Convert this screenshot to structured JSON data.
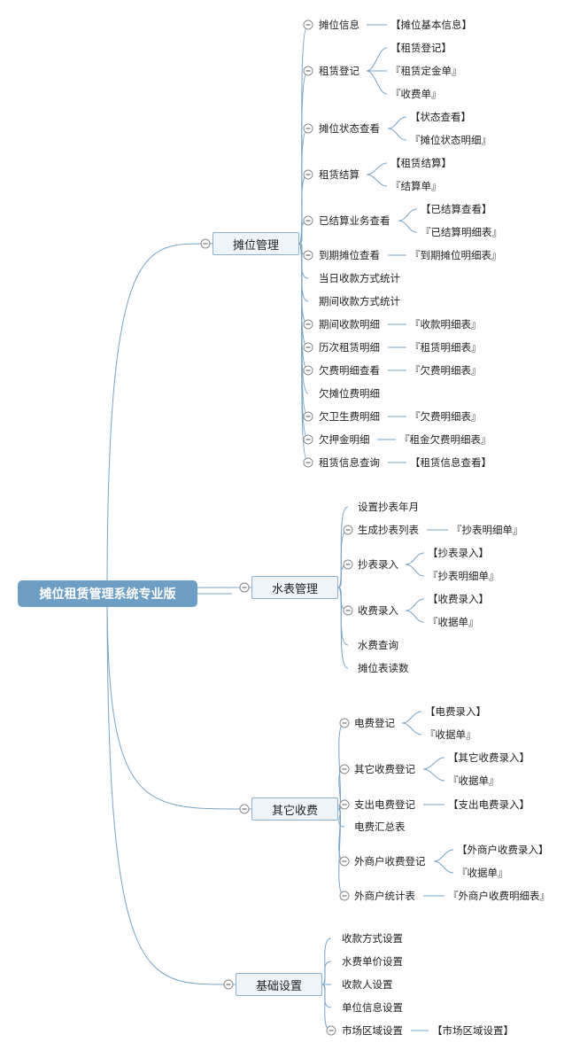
{
  "root": {
    "label": "摊位租赁管理系统专业版"
  },
  "branches": [
    {
      "label": "摊位管理",
      "children": [
        {
          "label": "摊位信息",
          "tags": [
            "【摊位基本信息】"
          ]
        },
        {
          "label": "租赁登记",
          "tags": [
            "【租赁登记】",
            "『租赁定金单』",
            "『收费单』"
          ]
        },
        {
          "label": "摊位状态查看",
          "tags": [
            "【状态查看】",
            "『摊位状态明细』"
          ]
        },
        {
          "label": "租赁结算",
          "tags": [
            "【租赁结算】",
            "『结算单』"
          ]
        },
        {
          "label": "已结算业务查看",
          "tags": [
            "【已结算查看】",
            "『已结算明细表』"
          ]
        },
        {
          "label": "到期摊位查看",
          "tags": [
            "『到期摊位明细表』"
          ]
        },
        {
          "label": "当日收款方式统计",
          "tags": []
        },
        {
          "label": "期间收款方式统计",
          "tags": []
        },
        {
          "label": "期间收款明细",
          "tags": [
            "『收款明细表』"
          ]
        },
        {
          "label": "历次租赁明细",
          "tags": [
            "『租赁明细表』"
          ]
        },
        {
          "label": "欠费明细查看",
          "tags": [
            "『欠费明细表』"
          ]
        },
        {
          "label": "欠摊位费明细",
          "tags": []
        },
        {
          "label": "欠卫生费明细",
          "tags": [
            "『欠费明细表』"
          ]
        },
        {
          "label": "欠押金明细",
          "tags": [
            "『租金欠费明细表』"
          ]
        },
        {
          "label": "租赁信息查询",
          "tags": [
            "【租赁信息查看】"
          ]
        }
      ]
    },
    {
      "label": "水表管理",
      "children": [
        {
          "label": "设置抄表年月",
          "tags": []
        },
        {
          "label": "生成抄表列表",
          "tags": [
            "『抄表明细单』"
          ]
        },
        {
          "label": "抄表录入",
          "tags": [
            "【抄表录入】",
            "『抄表明细单』"
          ]
        },
        {
          "label": "收费录入",
          "tags": [
            "【收费录入】",
            "『收据单』"
          ]
        },
        {
          "label": "水费查询",
          "tags": []
        },
        {
          "label": "摊位表读数",
          "tags": []
        }
      ]
    },
    {
      "label": "其它收费",
      "children": [
        {
          "label": "电费登记",
          "tags": [
            "【电费录入】",
            "『收据单』"
          ]
        },
        {
          "label": "其它收费登记",
          "tags": [
            "【其它收费录入】",
            "『收据单』"
          ]
        },
        {
          "label": "支出电费登记",
          "tags": [
            "【支出电费录入】"
          ]
        },
        {
          "label": "电费汇总表",
          "tags": []
        },
        {
          "label": "外商户收费登记",
          "tags": [
            "【外商户收费录入】",
            "『收据单』"
          ]
        },
        {
          "label": "外商户统计表",
          "tags": [
            "『外商户收费明细表』"
          ]
        }
      ]
    },
    {
      "label": "基础设置",
      "children": [
        {
          "label": "收款方式设置",
          "tags": []
        },
        {
          "label": "水费单价设置",
          "tags": []
        },
        {
          "label": "收款人设置",
          "tags": []
        },
        {
          "label": "单位信息设置",
          "tags": []
        },
        {
          "label": "市场区域设置",
          "tags": [
            "【市场区域设置】"
          ]
        }
      ]
    }
  ]
}
